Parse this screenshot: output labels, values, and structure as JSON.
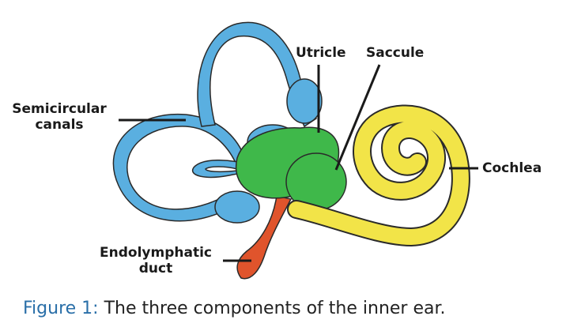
{
  "labels": {
    "semicircular_canals": "Semicircular\ncanals",
    "semicircular_line1": "Semicircular",
    "semicircular_line2": "canals",
    "utricle": "Utricle",
    "saccule": "Saccule",
    "cochlea": "Cochlea",
    "endolymphatic_line1": "Endolymphatic",
    "endolymphatic_line2": "duct"
  },
  "caption": {
    "figure_label": "Figure 1:",
    "text": " The three components of the inner ear."
  },
  "colors": {
    "semicircular_canals": "#5aafe0",
    "utricle_saccule": "#3fb84a",
    "cochlea": "#f2e448",
    "endolymphatic_duct": "#e0542c",
    "outline": "#2a2a2a",
    "figure_label": "#2a6fa8"
  }
}
